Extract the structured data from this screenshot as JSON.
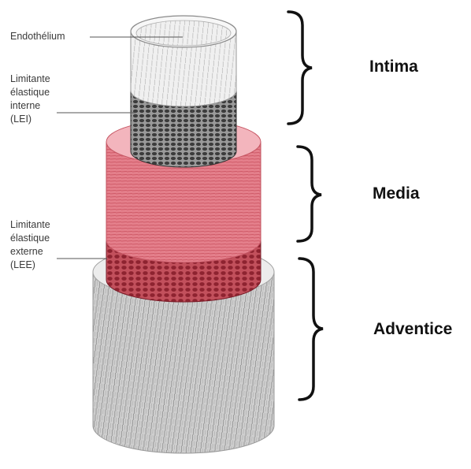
{
  "labels": {
    "endothelium": "Endothélium",
    "lei": [
      "Limitante",
      "élastique",
      "interne",
      "(LEI)"
    ],
    "lee": [
      "Limitante",
      "élastique",
      "externe",
      "(LEE)"
    ]
  },
  "layers": {
    "intima": "Intima",
    "media": "Media",
    "adventice": "Adventice"
  },
  "colors": {
    "adventice": "#c9c9c9",
    "media": "#e07a86",
    "lee": "#b23a46",
    "lei": "#4d4d4d",
    "endothelium": "#f2f2f2",
    "bracket": "#111111"
  }
}
